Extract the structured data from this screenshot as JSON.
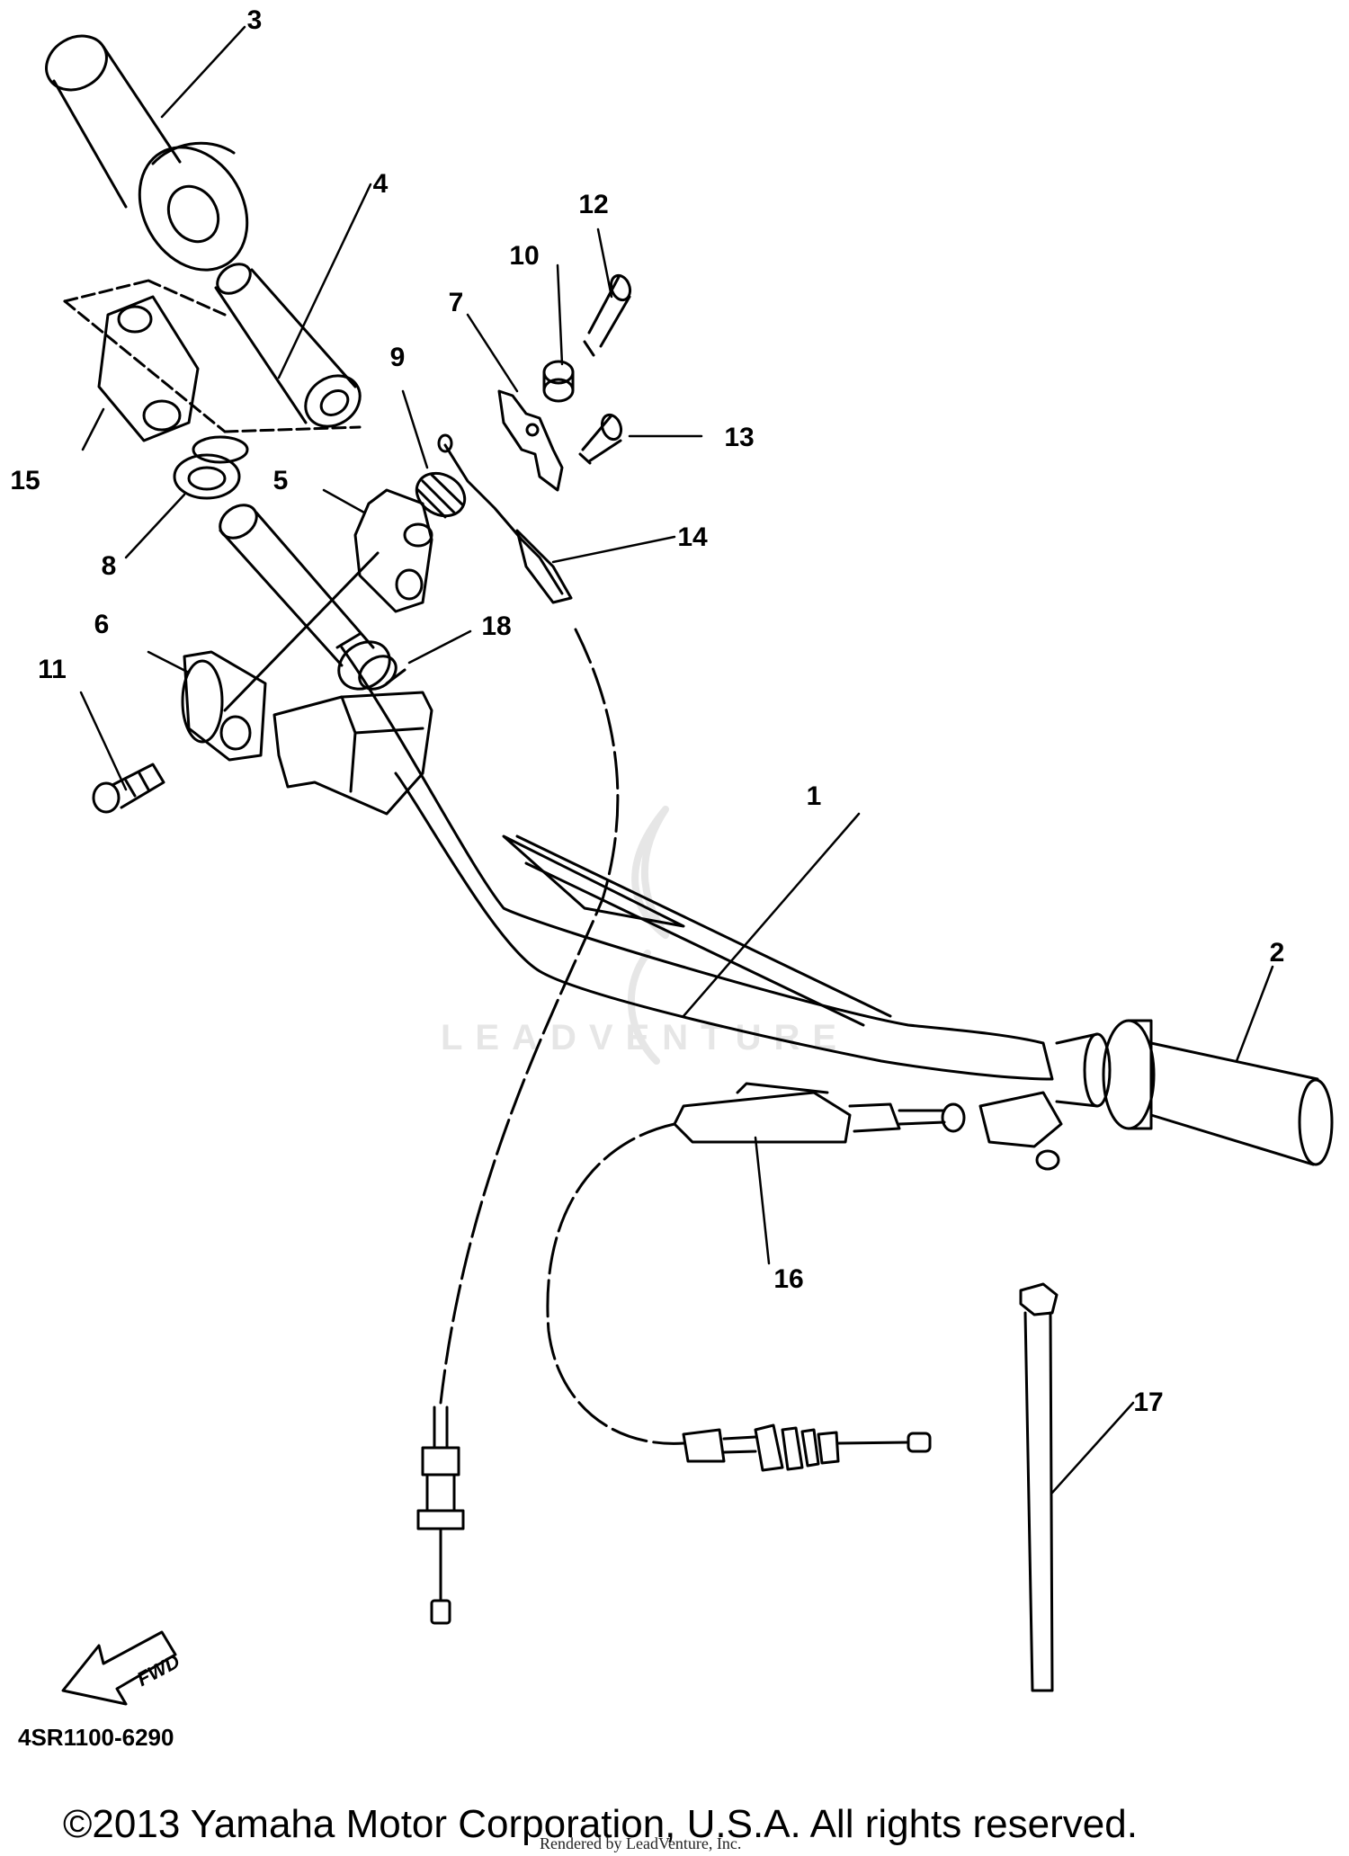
{
  "callouts": [
    "1",
    "2",
    "3",
    "4",
    "5",
    "6",
    "7",
    "8",
    "9",
    "10",
    "11",
    "12",
    "13",
    "14",
    "15",
    "16",
    "17",
    "18"
  ],
  "part_code": "4SR1100-6290",
  "copyright": "©2013 Yamaha Motor Corporation, U.S.A. All rights reserved.",
  "rendered_by": "Rendered by LeadVenture, Inc.",
  "watermark": "LEADVENTURE",
  "fwd_arrow": "FWD",
  "colors": {
    "ink": "#000000",
    "background": "#ffffff",
    "watermark": "#e6e6e6"
  }
}
